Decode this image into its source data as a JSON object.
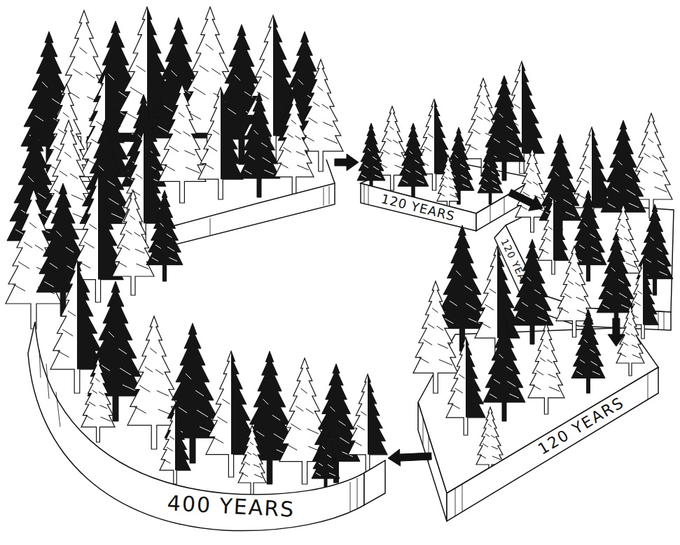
{
  "diagram": {
    "nodes": [
      {
        "text": [
          "400 YEARS"
        ]
      },
      {
        "text": [
          "120 YEARS"
        ]
      },
      {
        "text": [
          "120 YEARS"
        ]
      },
      {
        "text": [
          "120 YEARS"
        ]
      }
    ],
    "edges": [
      {
        "from": 0,
        "to": 1,
        "arrow": "to"
      },
      {
        "from": 1,
        "to": 2,
        "arrow": "to"
      },
      {
        "from": 2,
        "to": 3,
        "arrow": "to"
      },
      {
        "from": 3,
        "to": 0,
        "arrow": "to"
      }
    ]
  }
}
